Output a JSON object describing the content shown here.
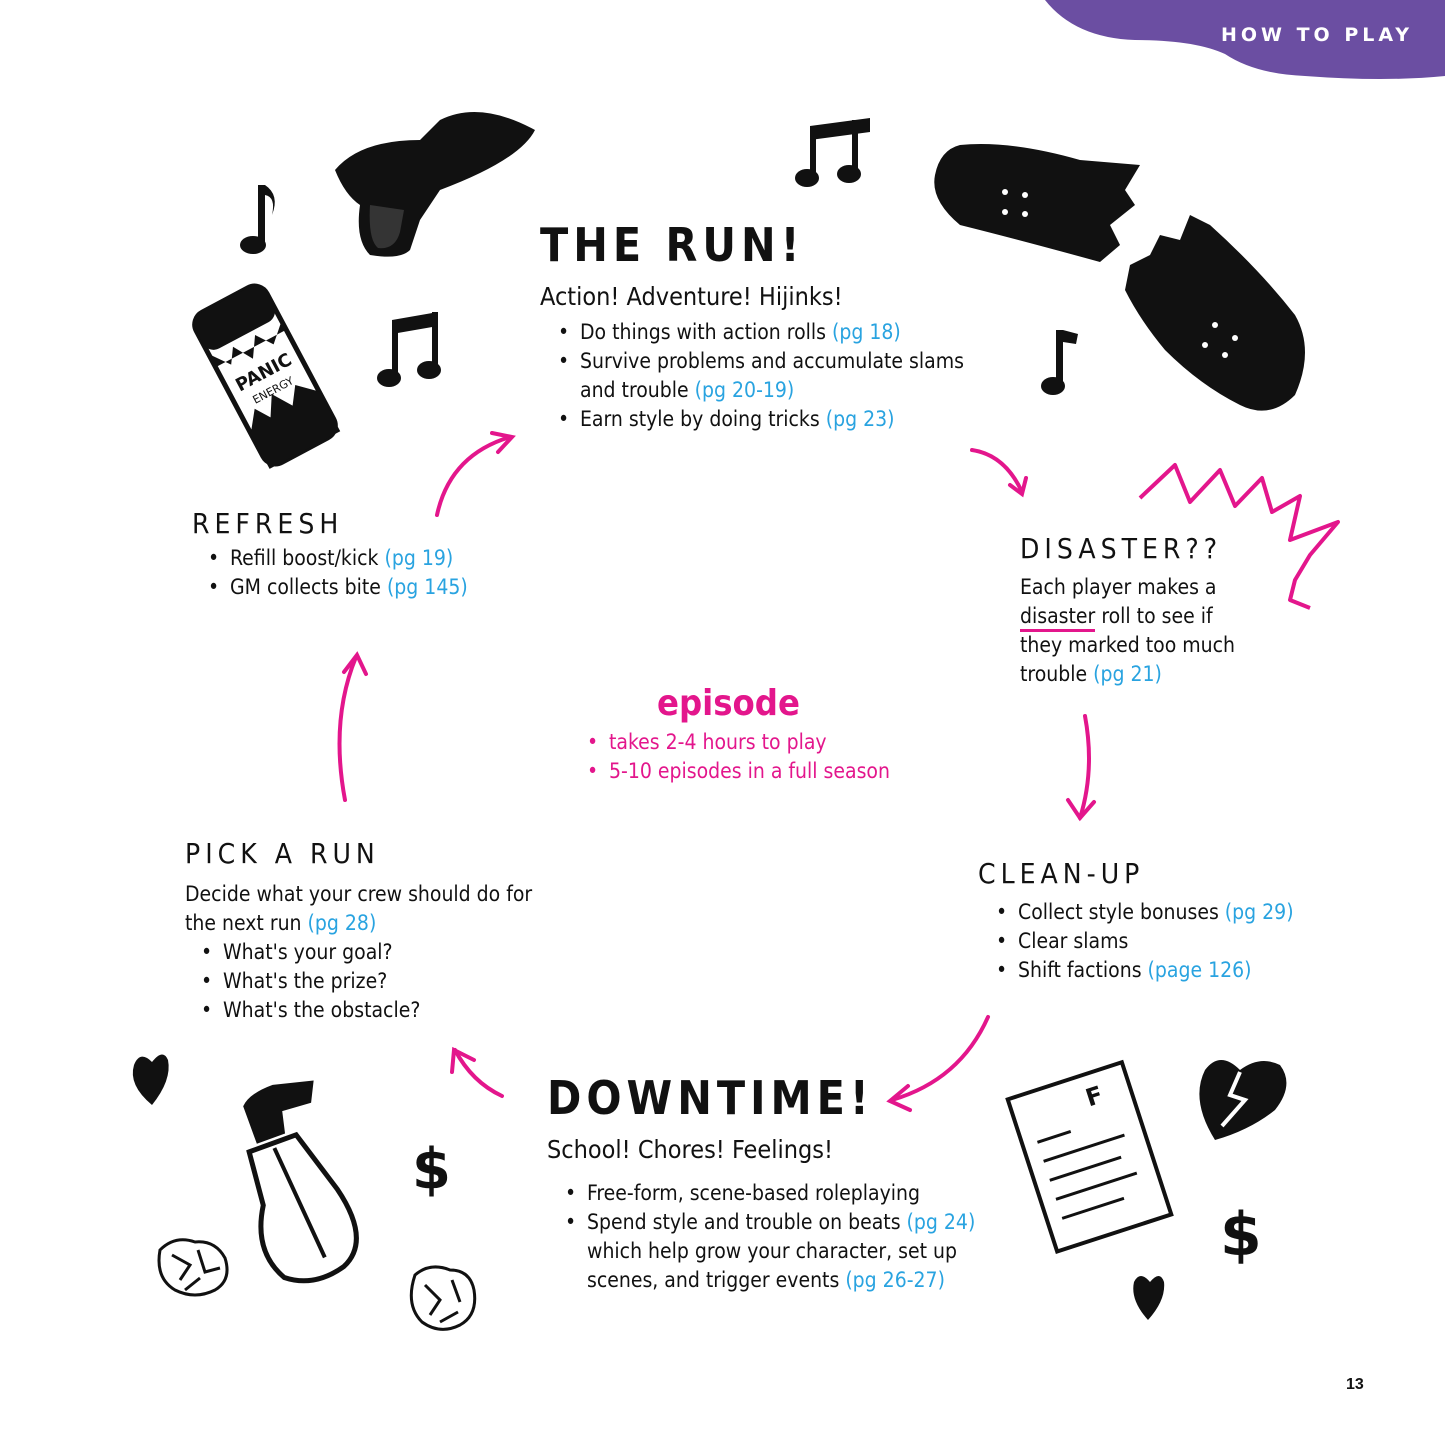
{
  "header": {
    "tab_label": "HOW TO PLAY",
    "tab_color": "#6b4ea2"
  },
  "accent_pink": "#e3168c",
  "ref_blue": "#29a3e0",
  "the_run": {
    "title": "THE RUN!",
    "subtitle": "Action! Adventure! Hijinks!",
    "items": [
      {
        "text": "Do things with action rolls",
        "ref": "(pg 18)"
      },
      {
        "text": "Survive problems and accumulate slams and trouble",
        "ref": "(pg 20-19)"
      },
      {
        "text": "Earn style by doing tricks",
        "ref": "(pg 23)"
      }
    ]
  },
  "disaster": {
    "title": "DISASTER??",
    "text_before": "Each player makes a",
    "underlined": "disaster",
    "text_after": "roll to see if they marked too much trouble",
    "ref": "(pg 21)"
  },
  "clean_up": {
    "title": "CLEAN-UP",
    "items": [
      {
        "text": "Collect style bonuses",
        "ref": "(pg 29)"
      },
      {
        "text": "Clear slams",
        "ref": ""
      },
      {
        "text": "Shift factions",
        "ref": "(page 126)"
      }
    ]
  },
  "downtime": {
    "title": "DOWNTIME!",
    "subtitle": "School! Chores! Feelings!",
    "items": [
      {
        "text": "Free-form, scene-based roleplaying",
        "ref": ""
      },
      {
        "text": "Spend style and trouble on beats",
        "ref": "(pg 24)",
        "text2": "which help grow your character, set up scenes, and trigger events",
        "ref2": "(pg 26-27)"
      }
    ]
  },
  "pick_a_run": {
    "title": "PICK A RUN",
    "text": "Decide what your crew should do for the next run",
    "ref": "(pg 28)",
    "items": [
      "What's your goal?",
      "What's the prize?",
      "What's the obstacle?"
    ]
  },
  "refresh": {
    "title": "REFRESH",
    "items": [
      {
        "text": "Refill boost/kick",
        "ref": "(pg 19)"
      },
      {
        "text": "GM collects bite",
        "ref": "(pg 145)"
      }
    ]
  },
  "episode": {
    "title": "episode",
    "items": [
      "takes 2-4 hours to play",
      "5-10 episodes in a full season"
    ]
  },
  "illustrations": {
    "can_text": [
      "PANIC",
      "ENERGY"
    ],
    "paper_grade": "F",
    "dollar_sign": "$",
    "icons": [
      "music-note-icon",
      "beamed-notes-icon",
      "ray-gun-icon",
      "energy-drink-can-icon",
      "broken-skateboard-icon",
      "heart-icon",
      "broken-heart-icon",
      "dollar-icon",
      "spray-bottle-icon",
      "crumpled-paper-icon",
      "failed-test-paper-icon"
    ]
  },
  "page_number": "13"
}
